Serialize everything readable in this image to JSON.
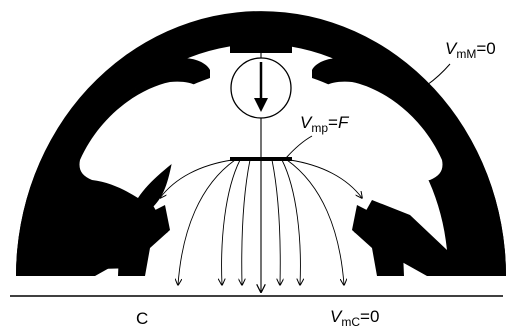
{
  "labels": {
    "v_mm": {
      "symbol": "V",
      "sub": "mM",
      "rest": "=0"
    },
    "v_mp": {
      "symbol": "V",
      "sub": "mp",
      "eq": "=",
      "value": "F"
    },
    "c_point": {
      "text": "C"
    },
    "v_mc": {
      "symbol": "V",
      "sub": "mC",
      "rest": "=0"
    }
  },
  "colors": {
    "ink": "#000000",
    "background": "#ffffff"
  },
  "icons": {
    "force_source": "circle-with-down-arrow-icon"
  }
}
